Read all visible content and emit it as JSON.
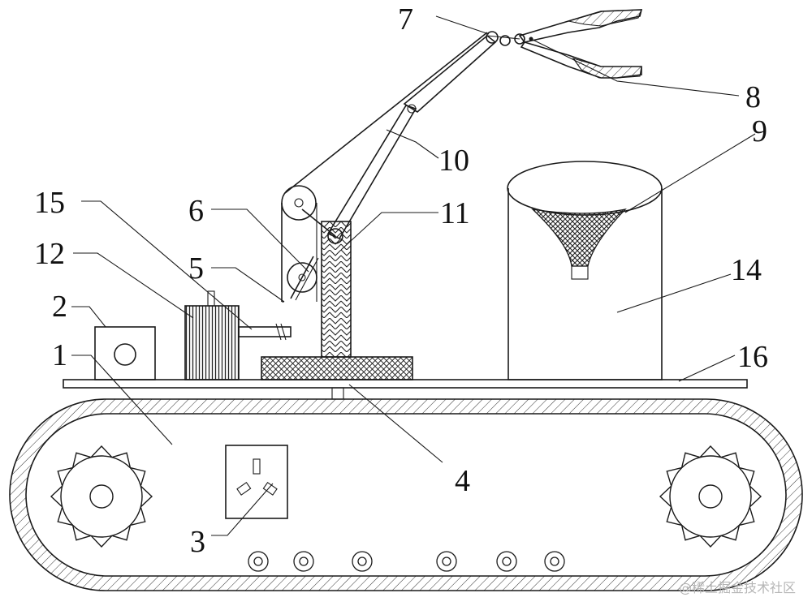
{
  "diagram": {
    "labels": {
      "l1": "1",
      "l2": "2",
      "l3": "3",
      "l4": "4",
      "l5": "5",
      "l6": "6",
      "l7": "7",
      "l8": "8",
      "l9": "9",
      "l10": "10",
      "l11": "11",
      "l12": "12",
      "l14": "14",
      "l15": "15",
      "l16": "16"
    },
    "watermark": "@稀土掘金技术社区"
  },
  "colors": {
    "stroke": "#1a1a1a",
    "background": "#ffffff"
  }
}
